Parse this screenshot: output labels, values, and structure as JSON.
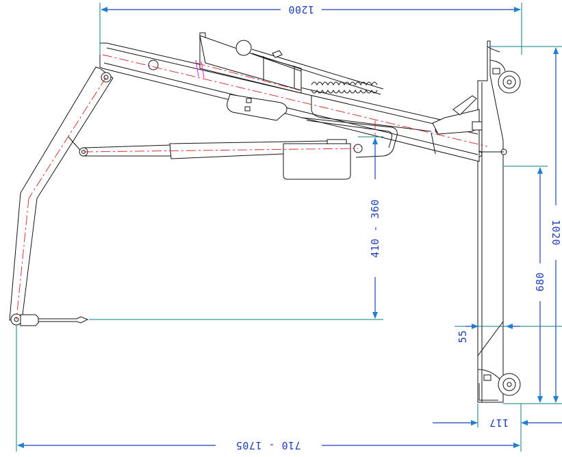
{
  "dimensions": {
    "top_width": "1200",
    "lift_range": "410 - 360",
    "total_height": "1020",
    "leg_height": "680",
    "base_clearance": "55",
    "base_width": "117",
    "reach_range": "710 - 1705"
  },
  "colors": {
    "dimension_line": "#0a7d82",
    "dimension_text": "#1f3fbf",
    "centerline": "#d21f1f",
    "outline": "#111111",
    "marker": "#e21ee2"
  }
}
